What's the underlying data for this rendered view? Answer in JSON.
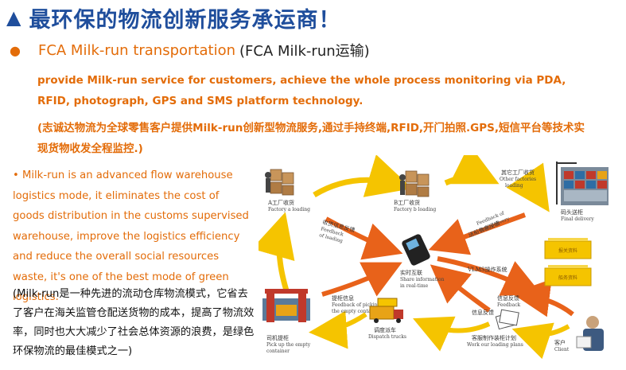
{
  "header": {
    "title": "最环保的物流创新服务承运商！"
  },
  "section": {
    "title_en": "FCA Milk-run transportation",
    "title_cn": "(FCA Milk-run运输)"
  },
  "intro": {
    "en": "provide Milk-run service for customers, achieve the whole process monitoring via PDA, RFID, photograph, GPS and SMS platform technology.",
    "cn": "(志诚达物流为全球零售客户提供Milk-run创新型物流服务,通过手持终端,RFID,开门拍照.GPS,短信平台等技术实现货物收发全程监控.)"
  },
  "body": {
    "en": "• Milk-run is an advanced flow warehouse logistics mode, it eliminates the cost of goods distribution in the customs supervised warehouse, improve the logistics efficiency and reduce the overall social resources waste, it's one of the best mode of green logistics.",
    "cn": "(Milk-run是一种先进的流动仓库物流模式，它省去了客户在海关监管仓配送货物的成本，提高了物流效率，同时也大大减少了社会总体资源的浪费，是绿色环保物流的最佳模式之一)"
  },
  "diagram": {
    "factory_a": {
      "cn": "A工厂收货",
      "en": "Factory a loading"
    },
    "factory_b": {
      "cn": "B工厂收货",
      "en": "Factory b loading"
    },
    "other_factories": {
      "cn": "其它工厂收货",
      "en1": "Other factories",
      "en2": "loading"
    },
    "feedback_loading": {
      "cn": "收货信息反馈",
      "en1": "Feedback",
      "en2": "of loading"
    },
    "feedback_final": {
      "cn": "送船信息反馈",
      "en1": "Feedback of",
      "en2": "final delivery"
    },
    "final_delivery": {
      "cn": "码头送柜",
      "en": "Final delivery"
    },
    "realtime": {
      "cn": "实时互联",
      "en1": "Share information",
      "en2": "in real-time"
    },
    "vlms": {
      "cn": "VLMS操作系统"
    },
    "pickup_feedback": {
      "cn": "提柜信息",
      "en1": "Feedback of picking up",
      "en2": "the empty container"
    },
    "info_feedback": {
      "cn": "信息反馈",
      "en": "Feedback"
    },
    "info_feedback2": {
      "cn": "信息反馈"
    },
    "pickup": {
      "cn": "司机提柜",
      "en1": "Pick up the empty",
      "en2": "container"
    },
    "dispatch": {
      "cn": "调度派车",
      "en": "Dispatch trucks"
    },
    "plan": {
      "cn": "客服制作装柜计划",
      "en": "Work our loading plans"
    },
    "client": {
      "cn": "客户",
      "en": "Client"
    },
    "doc1": "报关资料",
    "doc2": "船务资料",
    "colors": {
      "arrow_orange": "#e8621a",
      "arrow_yellow": "#f5c400"
    }
  }
}
